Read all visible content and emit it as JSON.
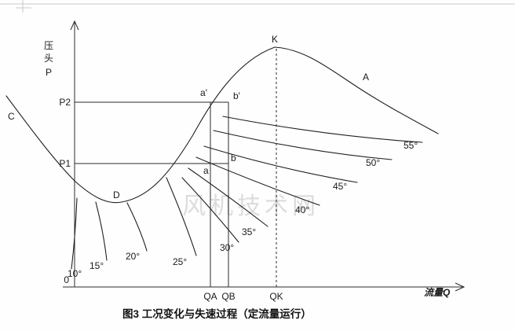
{
  "figure": {
    "caption": "图3  工况变化与失速过程（定流量运行）",
    "watermark": "风机技术网"
  },
  "axes": {
    "y_label_lines": [
      "压",
      "头",
      "P"
    ],
    "x_label": "流量Q",
    "origin_label": "0"
  },
  "pressure_levels": {
    "p2": "P2",
    "p1": "P1"
  },
  "flow_marks": {
    "qa": "QA",
    "qb": "QB",
    "qk": "QK"
  },
  "curve_labels": {
    "c": "C",
    "d": "D",
    "k": "K",
    "a": "A"
  },
  "operating_points": {
    "a_prime": "a'",
    "b_prime": "b'",
    "a": "a",
    "b": "b"
  },
  "blade_angle_labels": [
    "10°",
    "15°",
    "20°",
    "25°",
    "30°",
    "35°",
    "40°",
    "45°",
    "50°",
    "55°"
  ]
}
